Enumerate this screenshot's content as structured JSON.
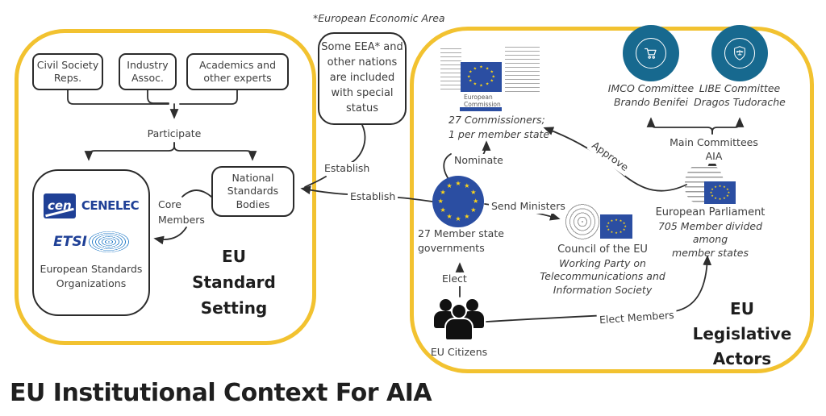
{
  "title": "EU Institutional Context For AIA",
  "colors": {
    "accent_yellow": "#F2C230",
    "committee_teal": "#17698F",
    "eu_flag_blue": "#2B4EA2",
    "star_yellow": "#FFD617",
    "logo_navy": "#1F4096"
  },
  "standard_setting": {
    "section_label": "EU\nStandard\nSetting",
    "participants": [
      {
        "label": "Civil Society\nReps."
      },
      {
        "label": "Industry\nAssoc."
      },
      {
        "label": "Academics and\nother experts"
      }
    ],
    "participate_label": "Participate",
    "nsb_label": "National\nStandards\nBodies",
    "core_members_label": "Core\nMembers",
    "eso": {
      "cen_logo": "cen",
      "cenelec_logo": "CENELEC",
      "etsi_logo": "ETSI",
      "caption": "European Standards\nOrganizations"
    }
  },
  "eea": {
    "annotation": "*European Economic Area",
    "note": "Some EEA* and\nother nations\nare included\nwith special\nstatus",
    "establish_upper": "Establish",
    "establish_lower": "Establish"
  },
  "legislative": {
    "section_label": "EU\nLegislative\nActors",
    "commission": {
      "logo_text": "European\nCommission",
      "caption": "27 Commissioners;\n1 per member state"
    },
    "nominate_label": "Nominate",
    "approve_label": "Approve",
    "member_states_label": "27 Member state\ngovernments",
    "send_ministers_label": "Send Ministers",
    "council": {
      "name": "Council of the EU",
      "subtitle": "Working Party on\nTelecommunications and\nInformation Society"
    },
    "elect_label": "Elect",
    "citizens_label": "EU Citizens",
    "elect_members_label": "Elect Members",
    "parliament": {
      "name": "European Parliament",
      "subtitle": "705 Member divided among\nmember states"
    },
    "main_committees_label": "Main Committees AIA",
    "committees": [
      {
        "name": "IMCO Committee",
        "rapporteur": "Brando Benifei",
        "icon": "shopping-cart-icon"
      },
      {
        "name": "LIBE Committee",
        "rapporteur": "Dragos Tudorache",
        "icon": "shield-scales-icon"
      }
    ]
  }
}
